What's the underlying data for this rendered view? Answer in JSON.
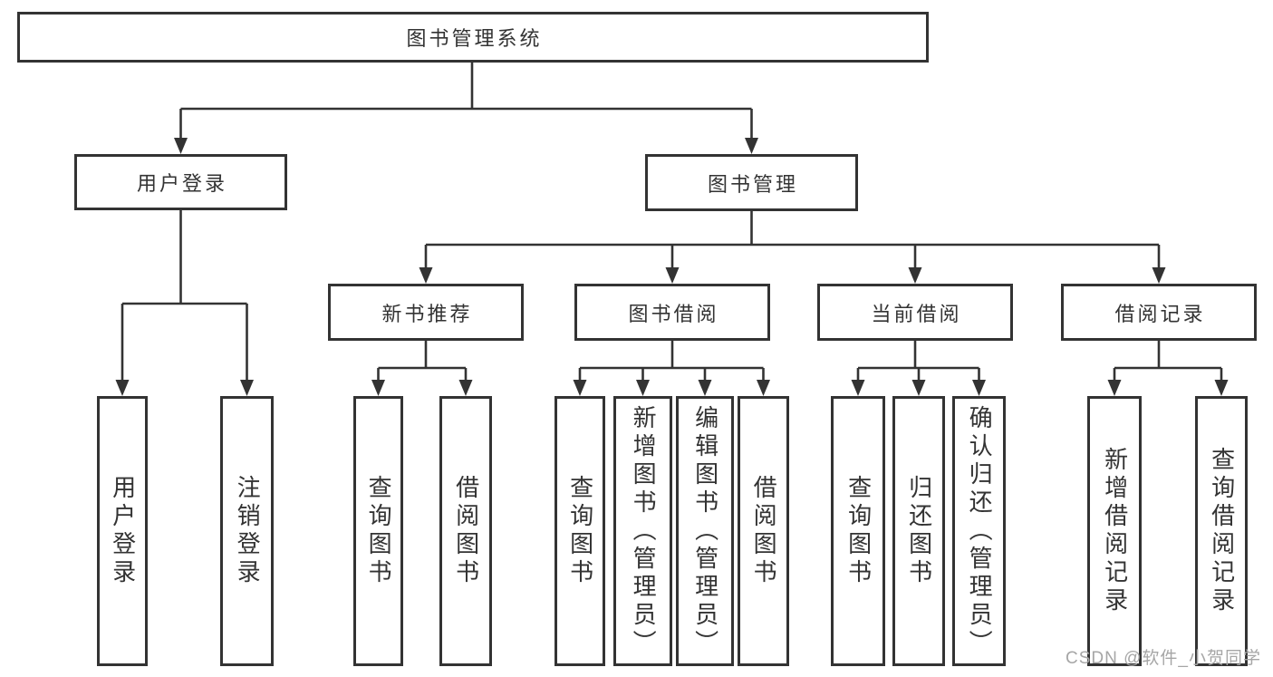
{
  "diagram": {
    "tree": {
      "label": "图书管理系统",
      "children": [
        {
          "label": "用户登录",
          "children": [
            {
              "label": "用户登录"
            },
            {
              "label": "注销登录"
            }
          ]
        },
        {
          "label": "图书管理",
          "children": [
            {
              "label": "新书推荐",
              "children": [
                {
                  "label": "查询图书"
                },
                {
                  "label": "借阅图书"
                }
              ]
            },
            {
              "label": "图书借阅",
              "children": [
                {
                  "label": "查询图书"
                },
                {
                  "label": "新增图书（管理员）"
                },
                {
                  "label": "编辑图书（管理员）"
                },
                {
                  "label": "借阅图书"
                }
              ]
            },
            {
              "label": "当前借阅",
              "children": [
                {
                  "label": "查询图书"
                },
                {
                  "label": "归还图书"
                },
                {
                  "label": "确认归还（管理员）"
                }
              ]
            },
            {
              "label": "借阅记录",
              "children": [
                {
                  "label": "新增借阅记录"
                },
                {
                  "label": "查询借阅记录"
                }
              ]
            }
          ]
        }
      ]
    }
  },
  "watermark": {
    "text": "CSDN @软件_小贺同学"
  },
  "colors": {
    "line": "#333333",
    "text": "#333333",
    "watermark": "#a6a6a6",
    "background": "#ffffff"
  }
}
